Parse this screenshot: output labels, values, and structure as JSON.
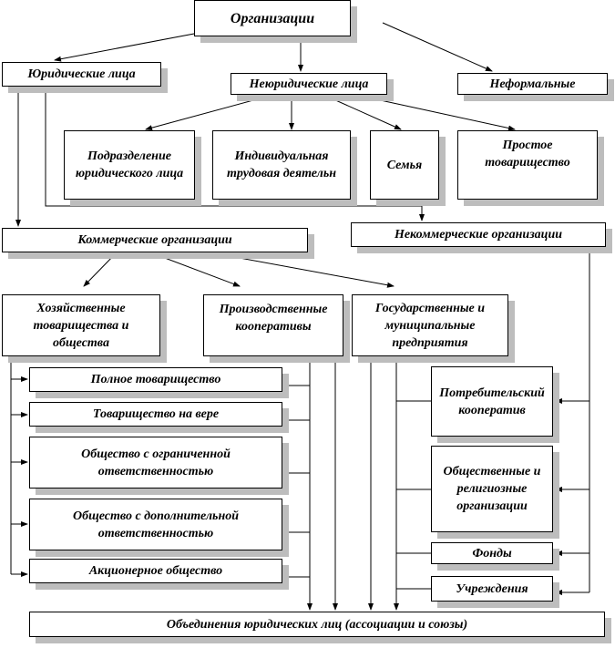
{
  "nodes": {
    "org": "Организации",
    "legal": "Юридические лица",
    "nonlegal": "Неюридические лица",
    "informal": "Неформальные",
    "subdivision": "Подразделение юридического лица",
    "individual": "Индивидуальная трудовая деятельн",
    "family": "Семья",
    "simple_partnership": "Простое товарищество",
    "commercial": "Коммерческие организации",
    "noncommercial": "Некоммерческие организации",
    "business": "Хозяйственные товарищества и общества",
    "production_coop": "Производственные кооперативы",
    "state": "Государственные и муниципальные предприятия",
    "full_partnership": "Полное товарищество",
    "limited_partnership": "Товарищество на вере",
    "llc": "Общество с ограниченной ответственностью",
    "alc": "Общество с дополнительной ответственностью",
    "jsc": "Акционерное общество",
    "consumer_coop": "Потребительский кооператив",
    "public_religious": "Общественные и религиозные организации",
    "funds": "Фонды",
    "institutions": "Учреждения",
    "associations": "Объединения юридических лиц (ассоциации и союзы)"
  }
}
